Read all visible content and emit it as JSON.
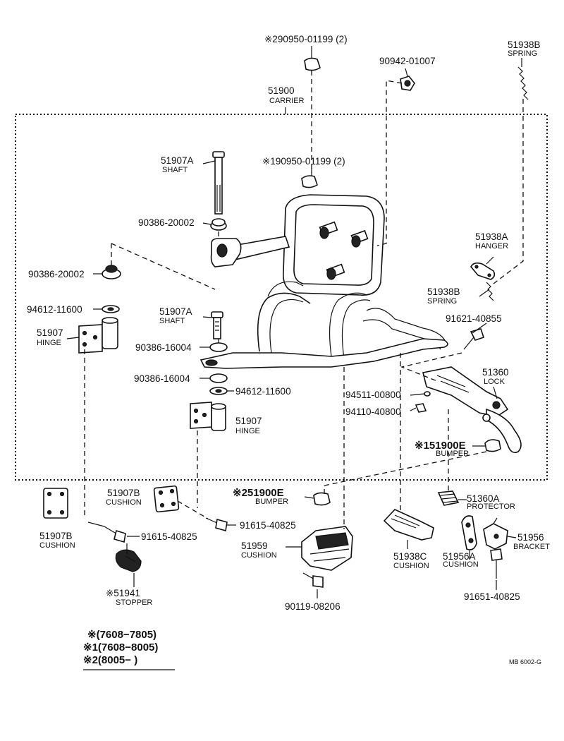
{
  "title": "",
  "labels": {
    "p_2_90950": "※290950-01199 (2)",
    "p_90942": "90942-01007",
    "p_51938B_top": "51938B",
    "n_spring_top": "SPRING",
    "p_51900": "51900",
    "n_carrier": "CARRIER",
    "p_51907A_top": "51907A",
    "n_shaft_top": "SHAFT",
    "p_1_90950": "※190950-01199 (2)",
    "p_90386_20002_a": "90386-20002",
    "p_90386_20002_b": "90386-20002",
    "p_94612_top": "94612-11600",
    "p_51907_left": "51907",
    "n_hinge_left": "HINGE",
    "p_51907A_mid": "51907A",
    "n_shaft_mid": "SHAFT",
    "p_90386_16004_a": "90386-16004",
    "p_90386_16004_b": "90386-16004",
    "p_94612_mid": "94612-11600",
    "p_51907_mid": "51907",
    "n_hinge_mid": "HINGE",
    "p_51938A": "51938A",
    "n_hanger": "HANGER",
    "p_51938B_mid": "51938B",
    "n_spring_mid": "SPRING",
    "p_91621": "91621-40855",
    "p_51360": "51360",
    "n_lock": "LOCK",
    "p_94511": "94511-00800",
    "p_94110": "94110-40800",
    "p_51900E_1": "※151900E",
    "n_bumper_1": "BUMPER",
    "p_51900E_2": "※251900E",
    "n_bumper_2": "BUMPER",
    "p_51907B_mid": "51907B",
    "n_cushion_b_mid": "CUSHION",
    "p_51907B_left": "51907B",
    "n_cushion_b_left": "CUSHION",
    "p_91615_a": "91615-40825",
    "p_91615_b": "91615-40825",
    "p_51360A": "51360A",
    "n_protector": "PROTECTOR",
    "p_51959": "51959",
    "n_cushion_59": "CUSHION",
    "p_51938C": "51938C",
    "n_cushion_38c": "CUSHION",
    "p_51956A": "51956A",
    "n_cushion_56a": "CUSHION",
    "p_51956": "51956",
    "n_bracket": "BRACKET",
    "p_91651": "91651-40825",
    "p_51941": "※51941",
    "n_stopper": "STOPPER",
    "p_90119": "90119-08206"
  },
  "legend": {
    "line1": "※(7608−7805)",
    "line2": "※1(7608−8005)",
    "line3": "※2(8005−      )"
  },
  "code": "MB  6002-G"
}
